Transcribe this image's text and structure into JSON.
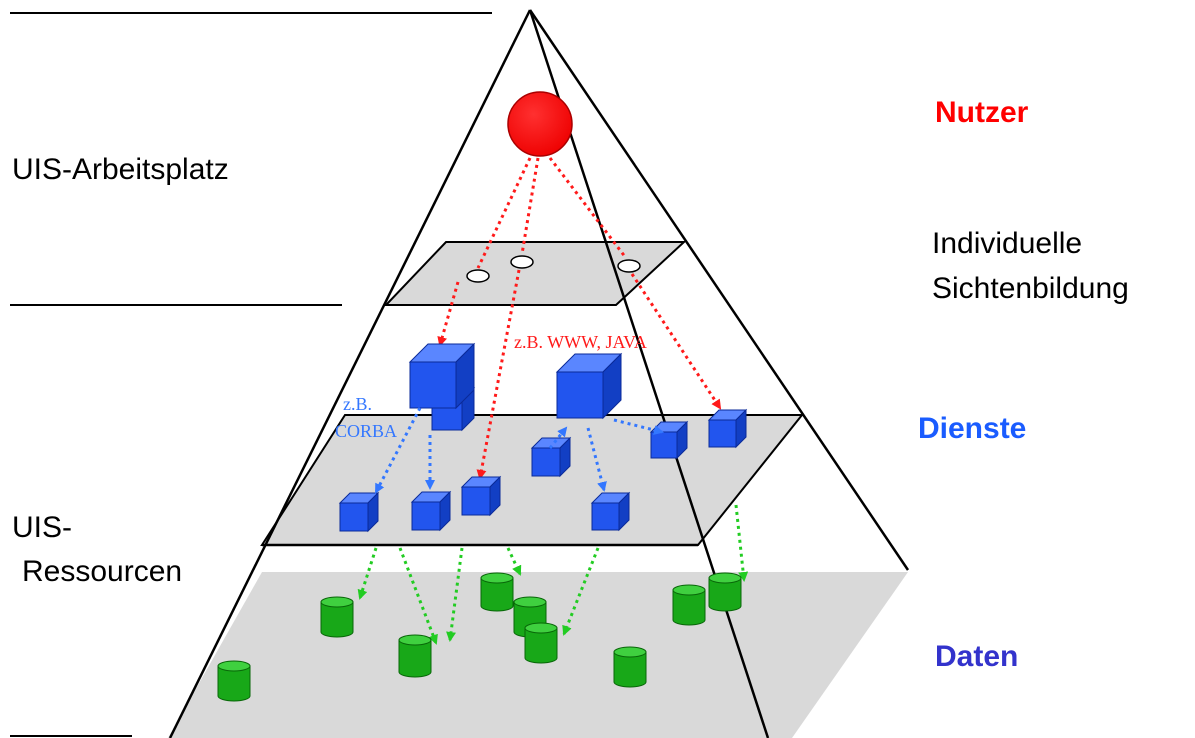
{
  "left_labels": {
    "workstation": "UIS-Arbeitsplatz",
    "resources_line1": "UIS-",
    "resources_line2": "Ressourcen"
  },
  "right_labels": {
    "users": "Nutzer",
    "views_line1": "Individuelle",
    "views_line2": "Sichtenbildung",
    "services": "Dienste",
    "data": "Daten"
  },
  "annotations": {
    "web_tech": "z.B. WWW, JAVA",
    "corba_line1": "z.B.",
    "corba_line2": "CORBA"
  },
  "colors": {
    "user": "#ff0000",
    "views_text": "#000000",
    "services": "#3366ff",
    "services_text": "#1a5cff",
    "data": "#3333cc",
    "cylinder": "#18a818",
    "layer_fill": "#d9d9d9",
    "red_arrow": "#ff1a1a",
    "blue_arrow": "#3377ff",
    "green_arrow": "#22cc22"
  },
  "icons": [
    "sphere-icon",
    "cube-icon",
    "cylinder-icon"
  ]
}
